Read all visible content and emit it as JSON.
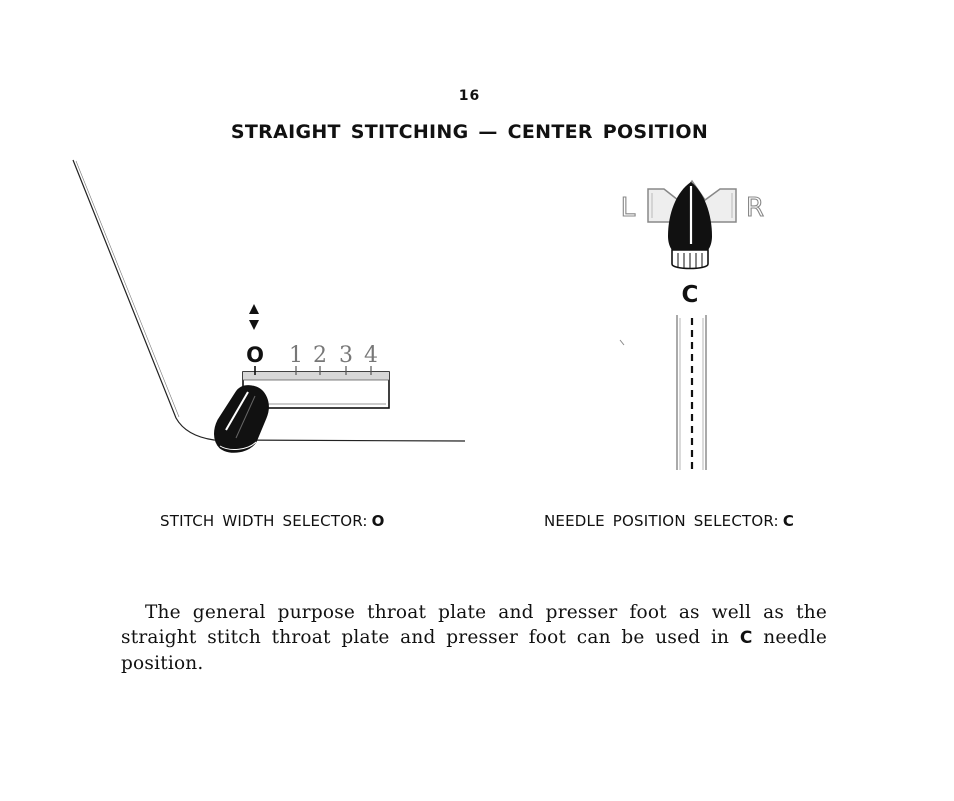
{
  "page": {
    "number": "16",
    "title": "STRAIGHT STITCHING — CENTER POSITION"
  },
  "stitch_width_figure": {
    "zero_label": "O",
    "scale_labels": [
      "1",
      "2",
      "3",
      "4"
    ],
    "caption_label": "STITCH WIDTH SELECTOR:",
    "caption_value": "O"
  },
  "needle_position_figure": {
    "left_label": "L",
    "right_label": "R",
    "center_label": "C",
    "caption_label": "NEEDLE POSITION SELECTOR:",
    "caption_value": "C"
  },
  "body": {
    "line1": "The general purpose throat plate and presser foot as well as the",
    "line2_before": "straight stitch throat plate and presser foot can be used in",
    "line2_highlight": "C",
    "line2_after": "needle",
    "line3": "position."
  }
}
